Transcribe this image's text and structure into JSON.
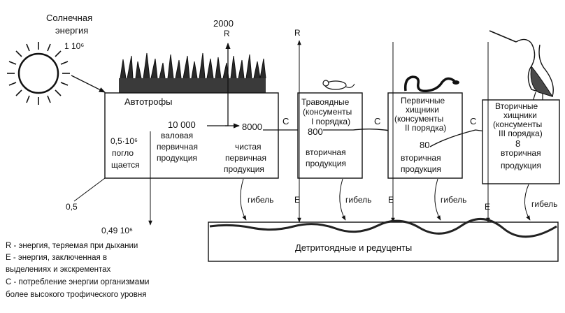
{
  "sun": {
    "label_line1": "Солнечная",
    "label_line2": "энергия",
    "value": "1 10⁶"
  },
  "autotrophs": {
    "title": "Автотрофы",
    "gross_value": "10 000",
    "gross_line1": "валовая",
    "gross_line2": "первичная",
    "gross_line3": "продукция",
    "net_value": "8000",
    "net_line1": "чистая",
    "net_line2": "первичная",
    "net_line3": "продукция",
    "absorbed_value": "0,5·10⁶",
    "absorbed_line1": "погло",
    "absorbed_line2": "щается",
    "respiration_value": "2000",
    "reflected_value": "0,5",
    "unused_value": "0,49 10⁶"
  },
  "herbivores": {
    "line1": "Травоядные",
    "line2": "(консументы",
    "line3": "I порядка)",
    "value": "800",
    "prod_line1": "вторичная",
    "prod_line2": "продукция"
  },
  "primary_predators": {
    "line1": "Первичные",
    "line2": "хищники",
    "line3": "(консументы",
    "line4": "II порядка)",
    "value": "80",
    "prod_line1": "вторичная",
    "prod_line2": "продукция"
  },
  "secondary_predators": {
    "line1": "Вторичные",
    "line2": "хищники",
    "line3": "(консументы",
    "line4": "III порядка)",
    "value": "8",
    "prod_line1": "вторичная",
    "prod_line2": "продукция"
  },
  "flow_labels": {
    "R": "R",
    "C": "C",
    "E": "E",
    "death": "гибель"
  },
  "detritus": {
    "label": "Детритоядные и редуценты"
  },
  "legend": [
    "R - энергия, теряемая при дыхании",
    "Е - энергия, заключенная в",
    "выделениях и экскрементах",
    "С - потребление энергии организмами",
    "более высокого трофического уровня"
  ]
}
